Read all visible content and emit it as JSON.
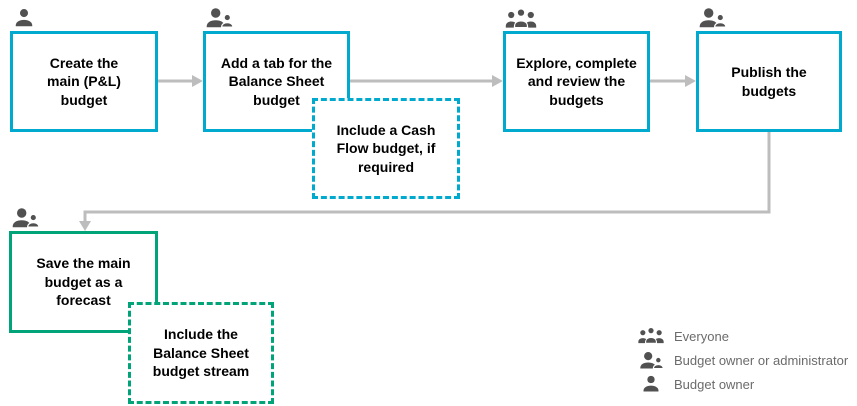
{
  "colors": {
    "cyan": "#00A9CE",
    "green": "#00A478",
    "connector": "#BDBDBD",
    "icon_gray": "#515151",
    "legend_text": "#6B6B6B",
    "box_text": "#000000"
  },
  "steps": [
    {
      "id": "create-main-budget",
      "label": "Create the\nmain (P&L)\nbudget",
      "icon": "budget-owner",
      "border": "solid-cyan"
    },
    {
      "id": "add-balance-sheet-tab",
      "label": "Add a tab for the\nBalance Sheet\nbudget",
      "icon": "budget-owner-or-administrator",
      "border": "solid-cyan"
    },
    {
      "id": "include-cash-flow-budget",
      "label": "Include a Cash\nFlow budget, if\nrequired",
      "icon": null,
      "border": "dashed-cyan"
    },
    {
      "id": "explore-complete-review",
      "label": "Explore, complete\nand review the\nbudgets",
      "icon": "everyone",
      "border": "solid-cyan"
    },
    {
      "id": "publish-budgets",
      "label": "Publish the\nbudgets",
      "icon": "budget-owner-or-administrator",
      "border": "solid-cyan"
    },
    {
      "id": "save-main-budget-as-forecast",
      "label": "Save the main\nbudget as a\nforecast",
      "icon": "budget-owner-or-administrator",
      "border": "solid-green"
    },
    {
      "id": "include-balance-sheet-stream",
      "label": "Include the\nBalance Sheet\nbudget stream",
      "icon": null,
      "border": "dashed-green"
    }
  ],
  "legend": {
    "items": [
      {
        "icon": "everyone",
        "label": "Everyone"
      },
      {
        "icon": "budget-owner-or-administrator",
        "label": "Budget owner or administrator"
      },
      {
        "icon": "budget-owner",
        "label": "Budget owner"
      }
    ]
  }
}
